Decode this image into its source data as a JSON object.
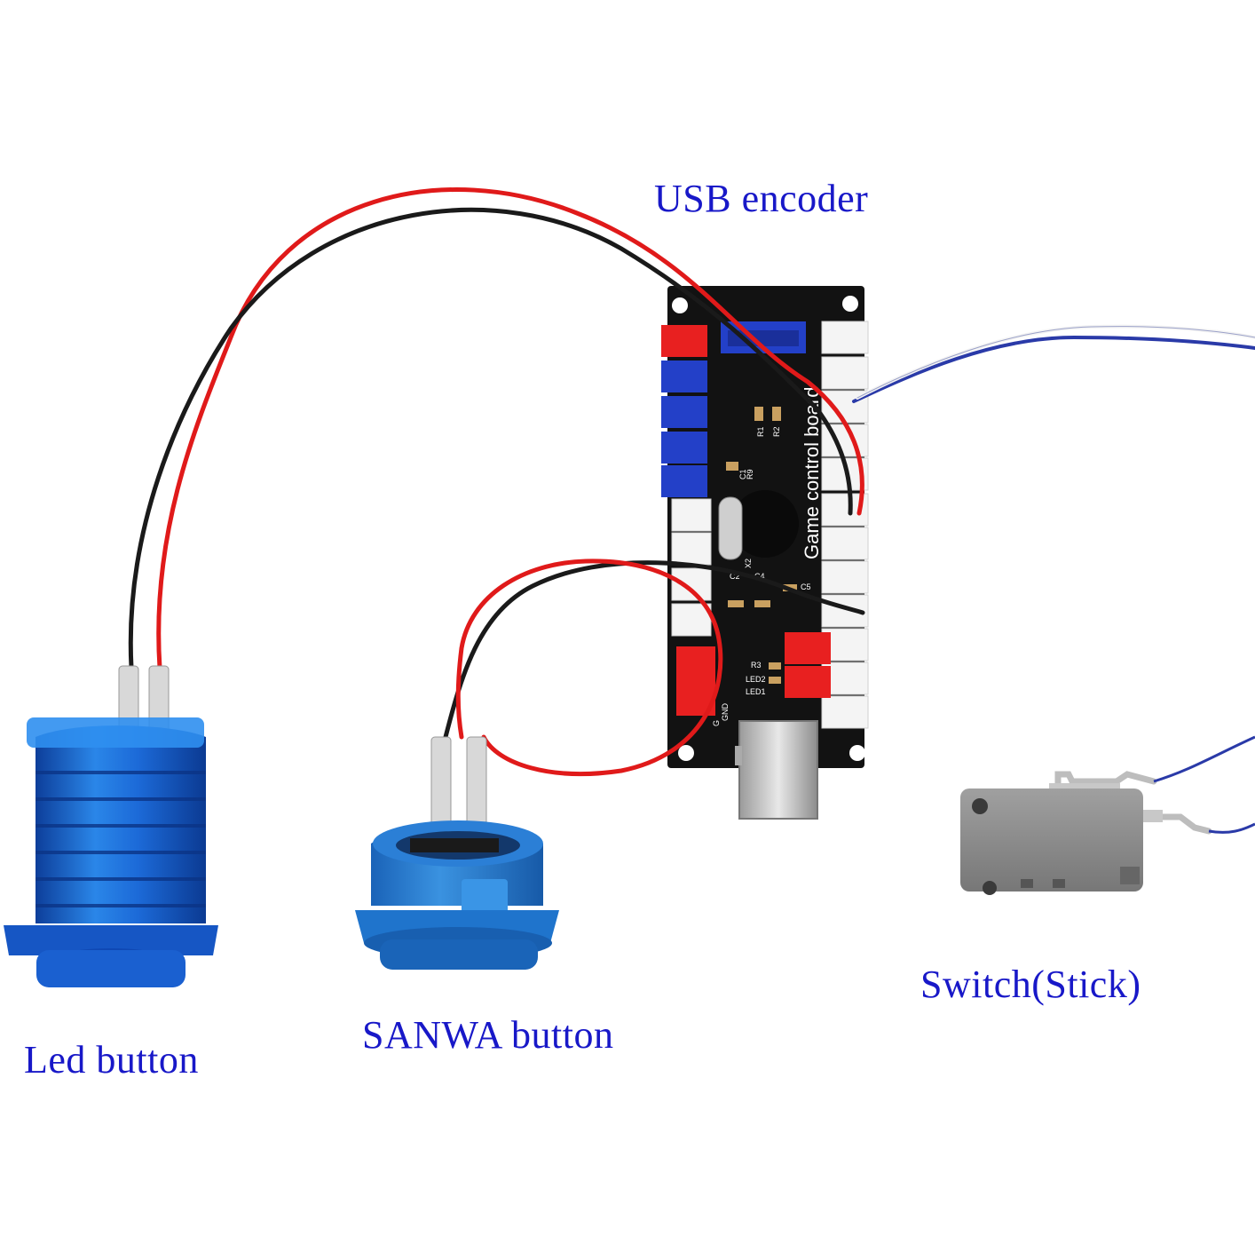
{
  "captions": {
    "usb_encoder": "USB encoder",
    "led_button": "Led button",
    "sanwa_button": "SANWA button",
    "switch_stick": "Switch(Stick)"
  },
  "board_silkscreen": {
    "title": "Game control board",
    "labels": [
      "R1",
      "R2",
      "R9",
      "C1",
      "X2",
      "C2",
      "C4",
      "C5",
      "R3",
      "LED1",
      "LED2",
      "GND",
      "G"
    ]
  },
  "colors": {
    "caption": "#1818c8",
    "pcb": "#111111",
    "button_blue": "#1e78d0",
    "led_blue": "#1a6ad8",
    "connector_red": "#e82020",
    "connector_blue": "#2040c8",
    "connector_white": "#f2f2f2",
    "wire_red": "#e01a1a",
    "wire_black": "#1a1a1a",
    "wire_blue": "#2a3aa8",
    "switch_gray": "#8a8a8a"
  },
  "icons": {
    "led_button": "arcade-led-button",
    "sanwa_button": "arcade-pushbutton",
    "encoder": "usb-encoder-board",
    "switch": "microswitch"
  }
}
